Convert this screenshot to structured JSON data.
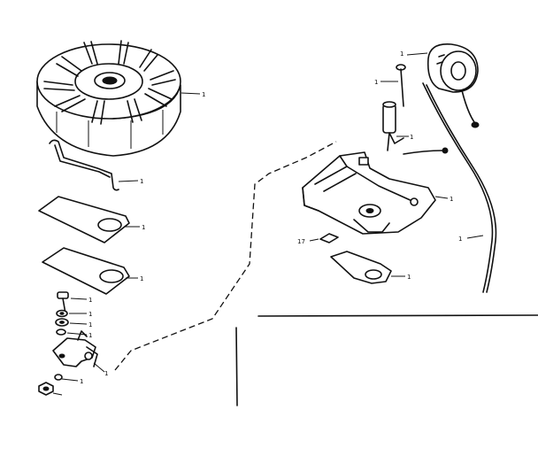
{
  "callouts": {
    "flywheel": "1",
    "spring_clip": "1",
    "gasket_upper": "1",
    "plate_upper": "1",
    "screw": "1",
    "washer_1": "1",
    "washer_2": "1",
    "washer_3": "1",
    "breaker_points": "1",
    "nut": "1",
    "coil_screw": "1",
    "condenser": "1",
    "coil_lead": "1",
    "armature_plate": "1",
    "spark_plug_wire": "1",
    "felt_wick": "17",
    "point_cover": "1"
  }
}
